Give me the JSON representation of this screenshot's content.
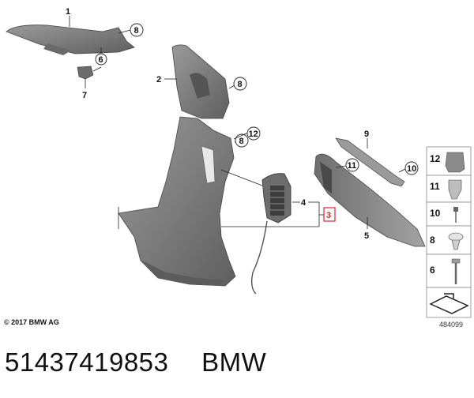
{
  "callouts": {
    "c1": "1",
    "c2": "2",
    "c3": "3",
    "c4": "4",
    "c5": "5",
    "c6": "6",
    "c7": "7",
    "c8a": "8",
    "c8b": "8",
    "c8c": "8",
    "c9": "9",
    "c10": "10",
    "c11": "11",
    "c12": "12"
  },
  "legend": {
    "l12": "12",
    "l11": "11",
    "l10": "10",
    "l8": "8",
    "l6": "6"
  },
  "footer": {
    "copyright": "© 2017 BMW AG",
    "diagram_id": "484099"
  },
  "caption": {
    "part_number": "51437419853",
    "brand": "BMW"
  },
  "colors": {
    "part": "#7d7d7d",
    "part_dark": "#5a5a5a",
    "highlight": "#d9262b"
  }
}
